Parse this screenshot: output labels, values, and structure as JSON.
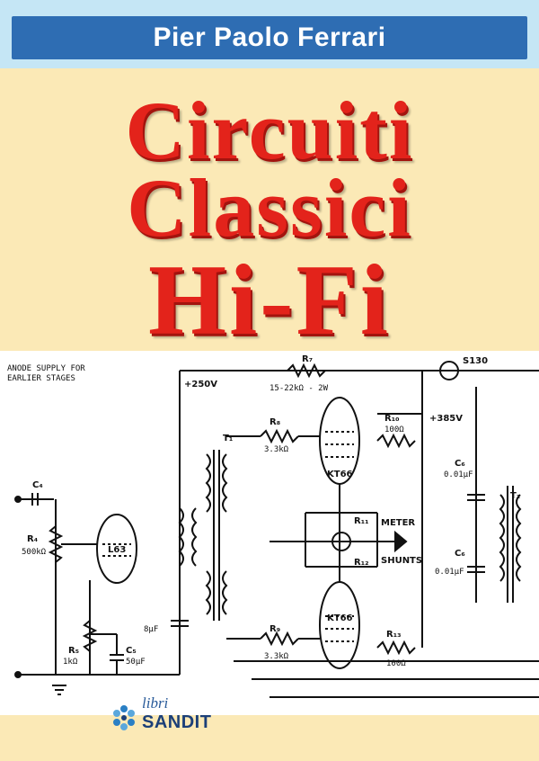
{
  "cover": {
    "author": "Pier Paolo Ferrari",
    "title_lines": [
      "Circuiti",
      "Classici",
      "Hi-Fi"
    ],
    "colors": {
      "top_band": "#c5e6f5",
      "author_bar": "#2e6db3",
      "background": "#fbe9b6",
      "title_red": "#e3231b"
    }
  },
  "schematic": {
    "caption": [
      "ANODE SUPPLY FOR",
      "EARLIER STAGES"
    ],
    "labels": {
      "r7": "R₇",
      "r7_value": "15-22kΩ - 2W",
      "s130": "S130",
      "supply_250": "+250V",
      "supply_385": "+385V",
      "t1": "T₁",
      "r8": "R₈",
      "r8_value": "3.3kΩ",
      "r10": "R₁₀",
      "r10_value": "100Ω",
      "kt66_top": "KT66",
      "kt66_bottom": "KT66",
      "c6": "C₆",
      "c6_value": "0.01μF",
      "c6b": "C₆",
      "c6b_value": "0.01μF",
      "t2": "T₂",
      "c4": "C₄",
      "r4": "R₄",
      "r4_value": "500kΩ",
      "l63": "L63",
      "r11": "R₁₁",
      "r12": "R₁₂",
      "meter": "METER",
      "shunts": "SHUNTS",
      "cap8": "8μF",
      "r5": "R₅",
      "r5_value": "1kΩ",
      "c5": "C₅",
      "c5_value": "50μF",
      "r9": "R₉",
      "r9_value": "3.3kΩ",
      "r13": "R₁₃",
      "r13_value": "100Ω"
    }
  },
  "publisher": {
    "series": "libri",
    "name": "SANDIT"
  }
}
